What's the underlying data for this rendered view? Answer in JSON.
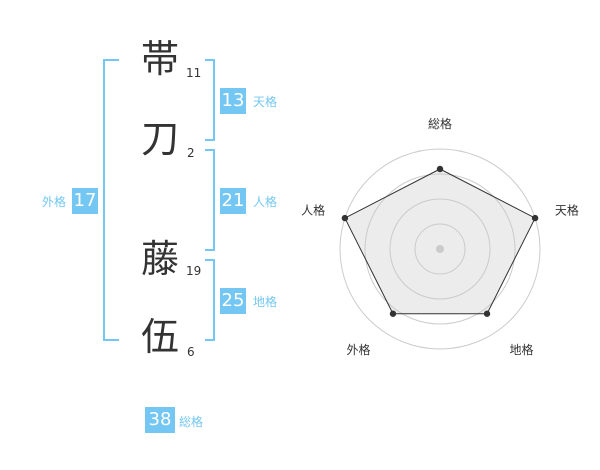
{
  "name_chars": [
    {
      "char": "帯",
      "strokes": "11"
    },
    {
      "char": "刀",
      "strokes": "2"
    },
    {
      "char": "藤",
      "strokes": "19"
    },
    {
      "char": "伍",
      "strokes": "6"
    }
  ],
  "kaku": {
    "ten": {
      "label": "天格",
      "value": "13"
    },
    "jin": {
      "label": "人格",
      "value": "21"
    },
    "chi": {
      "label": "地格",
      "value": "25"
    },
    "gai": {
      "label": "外格",
      "value": "17"
    },
    "sou": {
      "label": "総格",
      "value": "38"
    }
  },
  "colors": {
    "accent": "#74c7f2",
    "text": "#333333",
    "grid": "#cccccc",
    "fill": "#eeeeee"
  },
  "chart_data": {
    "type": "radar",
    "axes": [
      "総格",
      "天格",
      "地格",
      "外格",
      "人格"
    ],
    "values": [
      0.8,
      1.0,
      0.8,
      0.8,
      1.0
    ],
    "rings": 4
  }
}
